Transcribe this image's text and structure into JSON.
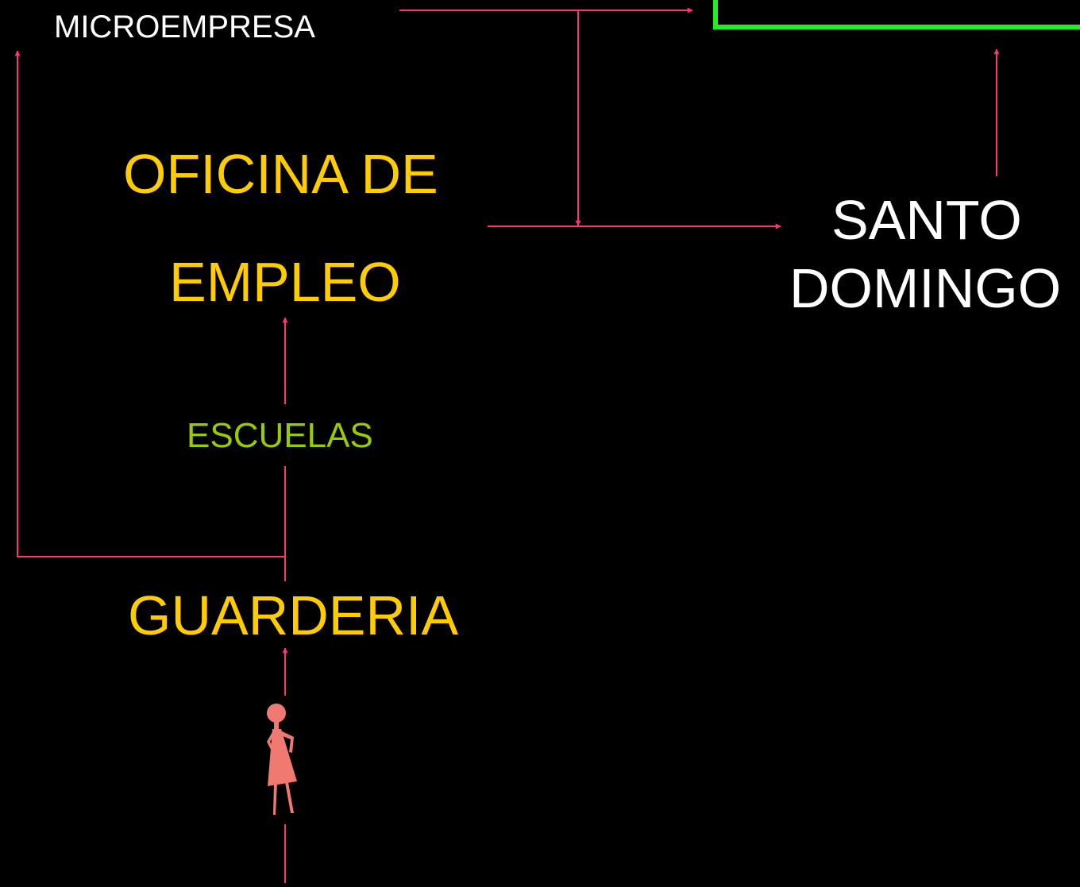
{
  "colors": {
    "background": "#000000",
    "connector": "#ff3377",
    "highlight_box": "#22ee22",
    "label_white": "#ffffff",
    "label_yellow": "#ffcc00",
    "label_green": "#99cc00",
    "figure": "#f07a72"
  },
  "nodes": {
    "microempresa": "MICROEMPRESA",
    "oficina_line1": "OFICINA DE",
    "oficina_line2": "EMPLEO",
    "santo": "SANTO",
    "domingo": "DOMINGO",
    "escuelas": "ESCUELAS",
    "guarderia": "GUARDERIA"
  },
  "figure": {
    "icon": "woman-figure-icon"
  }
}
